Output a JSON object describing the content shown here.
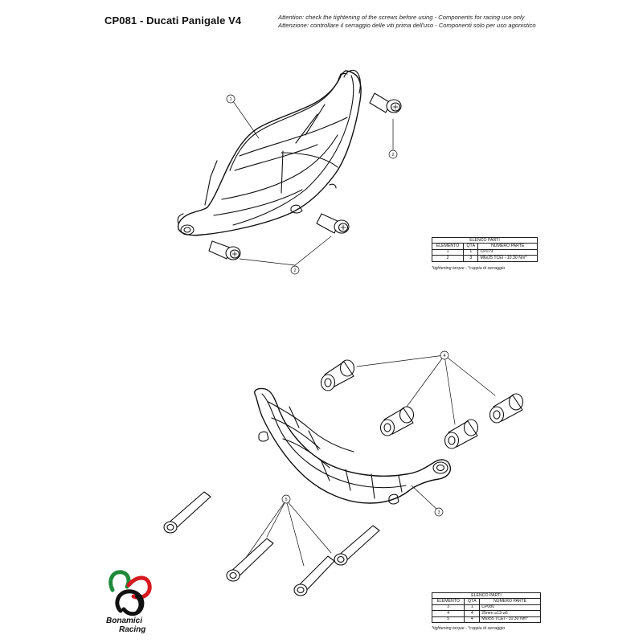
{
  "header": {
    "title": "CP081 - Ducati Panigale V4",
    "attention_en": "Attention: check the tightening of the screws before using - Components for racing use only",
    "attention_it": "Attenzione: controllare il serraggio delle viti prima dell'uso - Componenti solo per uso agonistico"
  },
  "callouts": {
    "a1": "1",
    "a2a": "2",
    "a2b": "2",
    "b3": "3",
    "b4": "4",
    "b5": "5"
  },
  "parts_table_1": {
    "caption": "ELENCO PARTI",
    "columns": [
      "ELEMENTO",
      "QTÀ",
      "NUMERO PARTE"
    ],
    "rows": [
      [
        "1",
        "1",
        "CP079"
      ],
      [
        "2",
        "3",
        "M6x25 TCEI - 10.30 Nm*"
      ]
    ],
    "note": "*tightening torque - *coppia di serraggio"
  },
  "parts_table_2": {
    "caption": "ELENCO PARTI",
    "columns": [
      "ELEMENTO",
      "QTÀ",
      "NUMERO PARTE"
    ],
    "rows": [
      [
        "3",
        "1",
        "CP080"
      ],
      [
        "4",
        "4",
        "25mm ⌀13-⌀6"
      ],
      [
        "5",
        "4",
        "M6x55 TCEI - 10.30 Nm*"
      ]
    ],
    "note": "*tightening torque - *coppia di serraggio"
  },
  "logo": {
    "line1": "Bonamici",
    "line2": "Racing",
    "colors": {
      "green": "#1f8a3a",
      "red": "#d71920",
      "black": "#111111"
    }
  }
}
